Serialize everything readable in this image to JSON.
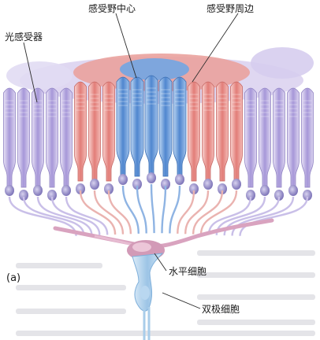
{
  "labels": {
    "receptive_field_center": "感受野中心",
    "receptive_field_surround": "感受野周边",
    "photoreceptors": "光感受器",
    "horizontal_cell": "水平细胞",
    "bipolar_cell": "双极细胞",
    "panel": "(a)"
  },
  "colors": {
    "background": "#ffffff",
    "center": "#4f86cf",
    "surround": "#e27d78",
    "peripheral": "#a394d4",
    "nucleus": "#7d74b8",
    "horizontal_cell": "#d9a3bf",
    "bipolar_cell": "#a8cbe8",
    "leader_line": "#2a2a2a",
    "faint_text": "#d9d9dc"
  }
}
